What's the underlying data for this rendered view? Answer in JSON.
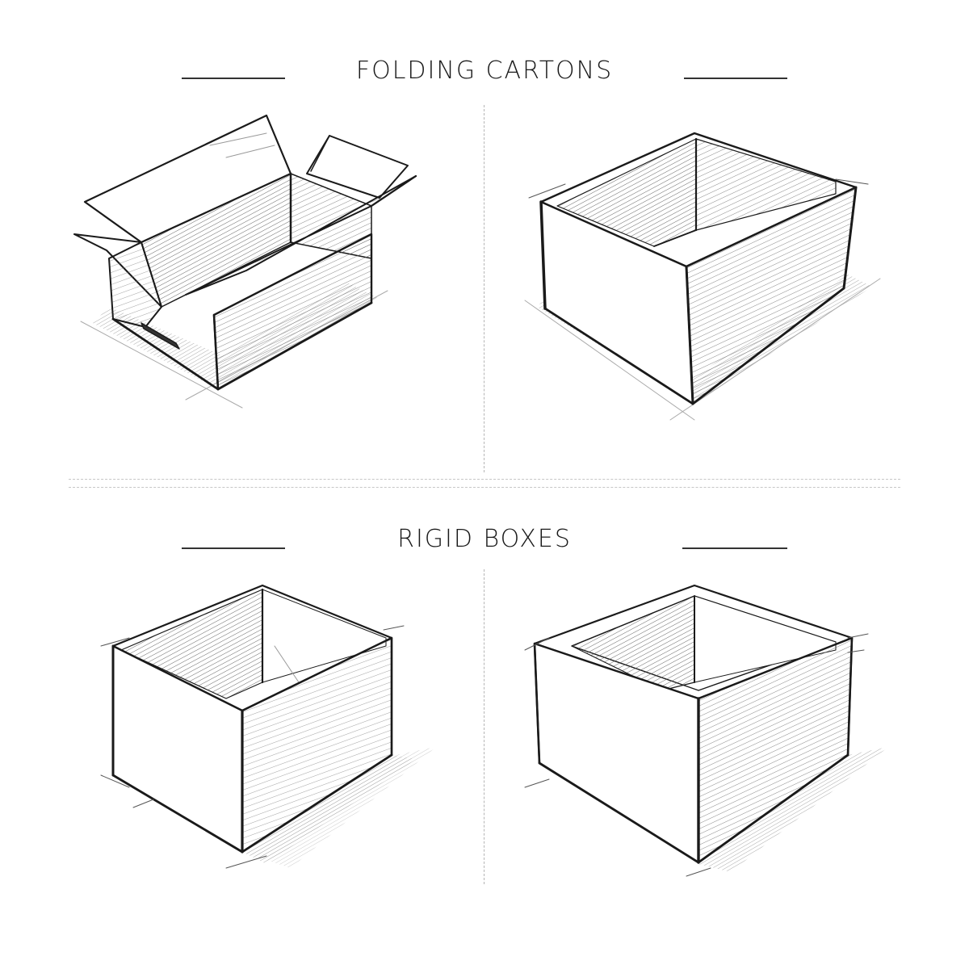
{
  "sections": [
    {
      "heading": "FOLDING CARTONS",
      "illustrations": [
        {
          "label": "open-flap-carton-sketch"
        },
        {
          "label": "tray-carton-sketch"
        }
      ]
    },
    {
      "heading": "RIGID BOXES",
      "illustrations": [
        {
          "label": "rigid-box-sketch-1"
        },
        {
          "label": "rigid-box-sketch-2"
        }
      ]
    }
  ],
  "colors": {
    "ink": "#1a1a1a",
    "hatch": "#555555",
    "shadow": "#bdbdbd",
    "divider": "#bcbcbc",
    "background": "#ffffff"
  }
}
